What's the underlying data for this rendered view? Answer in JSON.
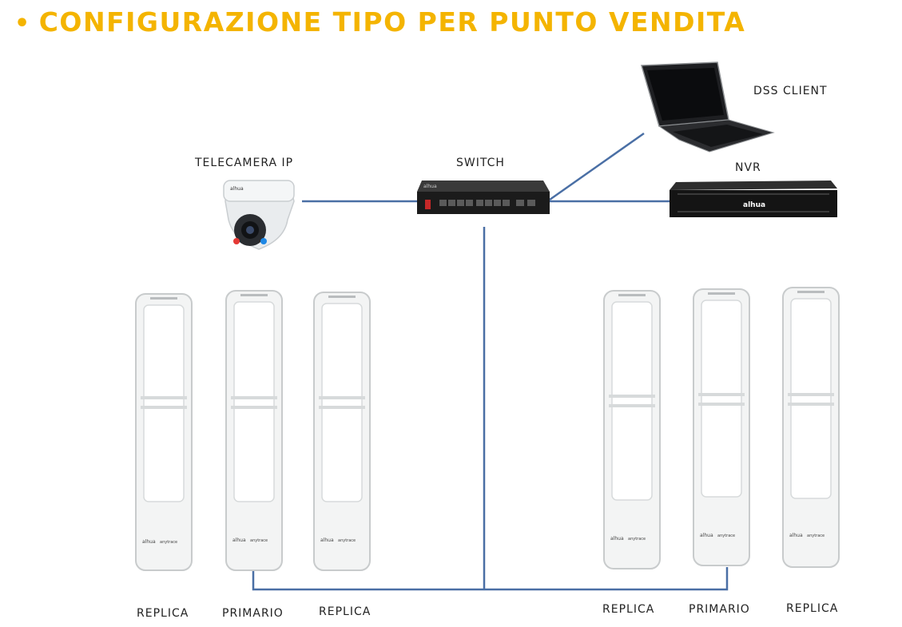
{
  "title": "CONFIGURAZIONE TIPO PER PUNTO VENDITA",
  "bullet": "•",
  "colors": {
    "title": "#f4b400",
    "connector": "#4a6fa5",
    "device_dark": "#1b1b1b",
    "gate_white": "#f3f4f4"
  },
  "devices": {
    "camera": "TELECAMERA IP",
    "switch": "SWITCH",
    "client": "DSS CLIENT",
    "nvr": "NVR",
    "nvr_brand": "alhua",
    "switch_brand": "alhua"
  },
  "gates_left": [
    "REPLICA",
    "PRIMARIO",
    "REPLICA"
  ],
  "gates_right": [
    "REPLICA",
    "PRIMARIO",
    "REPLICA"
  ],
  "gate_brand": "alhua",
  "gate_model": "anytrace"
}
